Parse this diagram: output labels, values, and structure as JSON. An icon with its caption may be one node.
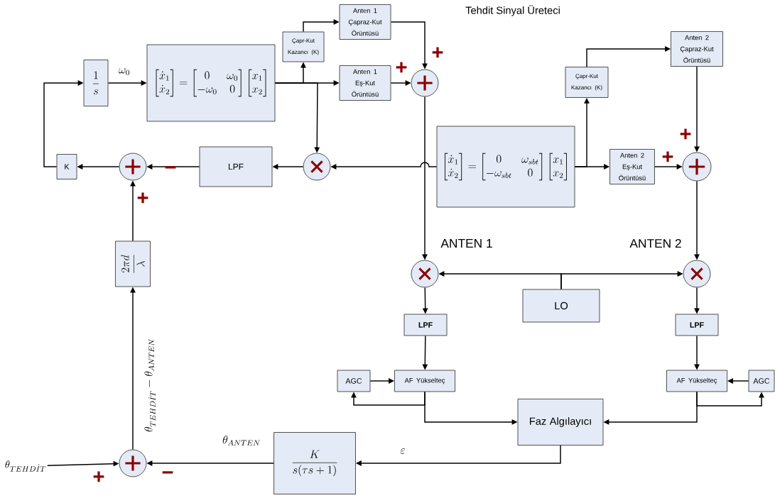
{
  "diagram": {
    "title": "Tehdit Sinyal Üreteci",
    "nodes": [
      {
        "text": [
          "\\frac{1}{s}"
        ]
      },
      {
        "text": [
          "\\begin{bmatrix}\\dot{x}_1\\\\ \\dot{x}_2\\end{bmatrix}=\\begin{bmatrix}0 & \\omega_0\\\\ -\\omega_0 & 0\\end{bmatrix}\\begin{bmatrix}x_1\\\\ x_2\\end{bmatrix}"
        ]
      },
      {
        "text": [
          "Çapr-Kut Kazancı (K)"
        ]
      },
      {
        "text": [
          "Anten 1 Çapraz-Kut Örüntüsü"
        ]
      },
      {
        "text": [
          "Anten 1 Eş-Kut Örüntüsü"
        ]
      },
      {
        "text": [],
        "shape": "circle"
      },
      {
        "text": [
          "Çapr-Kut Kazancı (K)"
        ]
      },
      {
        "text": [
          "Anten 2 Çapraz-Kut Örüntüsü"
        ]
      },
      {
        "text": [
          "\\begin{bmatrix}\\dot{x}_1\\\\ \\dot{x}_2\\end{bmatrix}=\\begin{bmatrix}0 & \\omega_{sbt}\\\\ -\\omega_{sbt} & 0\\end{bmatrix}\\begin{bmatrix}x_1\\\\ x_2\\end{bmatrix}"
        ]
      },
      {
        "text": [
          "Anten 2 Eş-Kut Örüntüsü"
        ]
      },
      {
        "text": [],
        "shape": "circle"
      },
      {
        "text": [],
        "shape": "circle"
      },
      {
        "text": [
          "LPF"
        ]
      },
      {
        "text": [],
        "shape": "circle"
      },
      {
        "text": [
          "K"
        ]
      },
      {
        "text": [
          "\\frac{2\\pi d}{\\lambda}"
        ]
      },
      {
        "text": [],
        "shape": "circle"
      },
      {
        "text": [
          "\\theta_{TEHD\\dot{I}T}"
        ]
      },
      {
        "text": [
          "\\frac{K}{s(\\tau s+1)}"
        ]
      },
      {
        "text": [
          "Faz Algılayıcı"
        ]
      },
      {
        "text": [],
        "shape": "circle"
      },
      {
        "text": [],
        "shape": "circle"
      },
      {
        "text": [
          "LO"
        ]
      },
      {
        "text": [
          "LPF"
        ]
      },
      {
        "text": [
          "LPF"
        ]
      },
      {
        "text": [
          "AGC"
        ]
      },
      {
        "text": [
          "AF Yükselteç"
        ]
      },
      {
        "text": [
          "AF Yükselteç"
        ]
      },
      {
        "text": [
          "AGC"
        ]
      }
    ],
    "edges": [
      {
        "from": 0,
        "to": 1,
        "arrow": "to",
        "label": "\\omega_0"
      },
      {
        "from": 1,
        "to": 4,
        "arrow": "to"
      },
      {
        "from": 1,
        "to": 2,
        "arrow": "to"
      },
      {
        "from": 2,
        "to": 3,
        "arrow": "to"
      },
      {
        "from": 3,
        "to": 5,
        "arrow": "to"
      },
      {
        "from": 4,
        "to": 5,
        "arrow": "to"
      },
      {
        "from": 1,
        "to": 11,
        "arrow": "to"
      },
      {
        "from": 5,
        "to": 20,
        "arrow": "to"
      },
      {
        "from": 8,
        "to": 11,
        "arrow": "to"
      },
      {
        "from": 8,
        "to": 9,
        "arrow": "to"
      },
      {
        "from": 8,
        "to": 6,
        "arrow": "to"
      },
      {
        "from": 6,
        "to": 7,
        "arrow": "to"
      },
      {
        "from": 7,
        "to": 10,
        "arrow": "to"
      },
      {
        "from": 9,
        "to": 10,
        "arrow": "to"
      },
      {
        "from": 10,
        "to": 21,
        "arrow": "to"
      },
      {
        "from": 11,
        "to": 12,
        "arrow": "to"
      },
      {
        "from": 12,
        "to": 13,
        "arrow": "to"
      },
      {
        "from": 13,
        "to": 14,
        "arrow": "to"
      },
      {
        "from": 14,
        "to": 0,
        "arrow": "to"
      },
      {
        "from": 15,
        "to": 13,
        "arrow": "to"
      },
      {
        "from": 16,
        "to": 15,
        "arrow": "to",
        "label": "\\theta_{TEHD\\dot{I}T}-\\theta_{ANTEN}"
      },
      {
        "from": 17,
        "to": 16,
        "arrow": "to"
      },
      {
        "from": 18,
        "to": 16,
        "arrow": "to",
        "label": "\\theta_{ANTEN}"
      },
      {
        "from": 19,
        "to": 18,
        "arrow": "to",
        "label": "\\varepsilon"
      },
      {
        "from": 22,
        "to": 20,
        "arrow": "to"
      },
      {
        "from": 22,
        "to": 21,
        "arrow": "to"
      },
      {
        "from": 20,
        "to": 23,
        "arrow": "to"
      },
      {
        "from": 23,
        "to": 26,
        "arrow": "to"
      },
      {
        "from": 21,
        "to": 24,
        "arrow": "to"
      },
      {
        "from": 24,
        "to": 27,
        "arrow": "to"
      },
      {
        "from": 25,
        "to": 26,
        "arrow": "to"
      },
      {
        "from": 26,
        "to": 25,
        "arrow": "to"
      },
      {
        "from": 26,
        "to": 19,
        "arrow": "to"
      },
      {
        "from": 28,
        "to": 27,
        "arrow": "to"
      },
      {
        "from": 27,
        "to": 28,
        "arrow": "to"
      },
      {
        "from": 27,
        "to": 19,
        "arrow": "to"
      }
    ],
    "labels": [
      "+",
      "+",
      "+",
      "+",
      "−",
      "+",
      "ANTEN 1",
      "ANTEN 2",
      "+",
      "−"
    ]
  }
}
